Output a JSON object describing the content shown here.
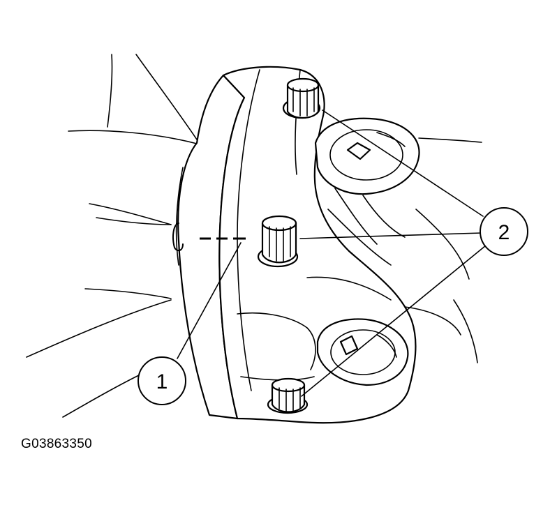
{
  "callouts": [
    {
      "id": "1",
      "label": "1"
    },
    {
      "id": "2",
      "label": "2"
    }
  ],
  "figure_id": "G03863350",
  "colors": {
    "line": "#000000",
    "background": "#ffffff"
  }
}
